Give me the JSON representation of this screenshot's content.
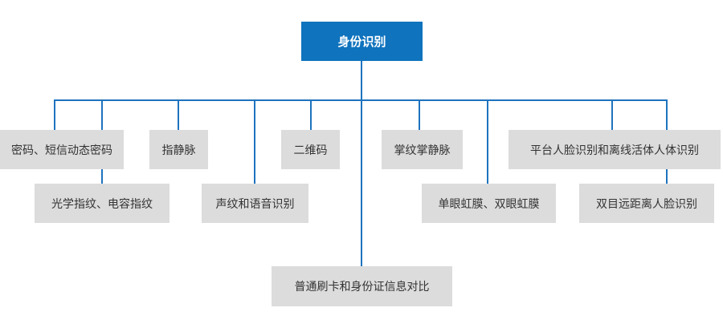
{
  "colors": {
    "root_fill": "#0f73be",
    "root_text": "#ffffff",
    "node_fill": "#dcdcdc",
    "node_text": "#333333",
    "connector": "#1e73be"
  },
  "diagram": {
    "root": "身份识别",
    "nodes": {
      "password_sms": "密码、短信动态密码",
      "optical_fingerprint": "光学指纹、电容指纹",
      "finger_vein": "指静脉",
      "voiceprint_speech": "声纹和语音识别",
      "qr_code": "二维码",
      "id_card_compare": "普通刷卡和身份证信息对比",
      "palm_vein": "掌纹掌静脉",
      "iris": "单眼虹膜、双眼虹膜",
      "platform_face": "平台人脸识别和离线活体人体识别",
      "binocular_face": "双目远距离人脸识别"
    }
  }
}
